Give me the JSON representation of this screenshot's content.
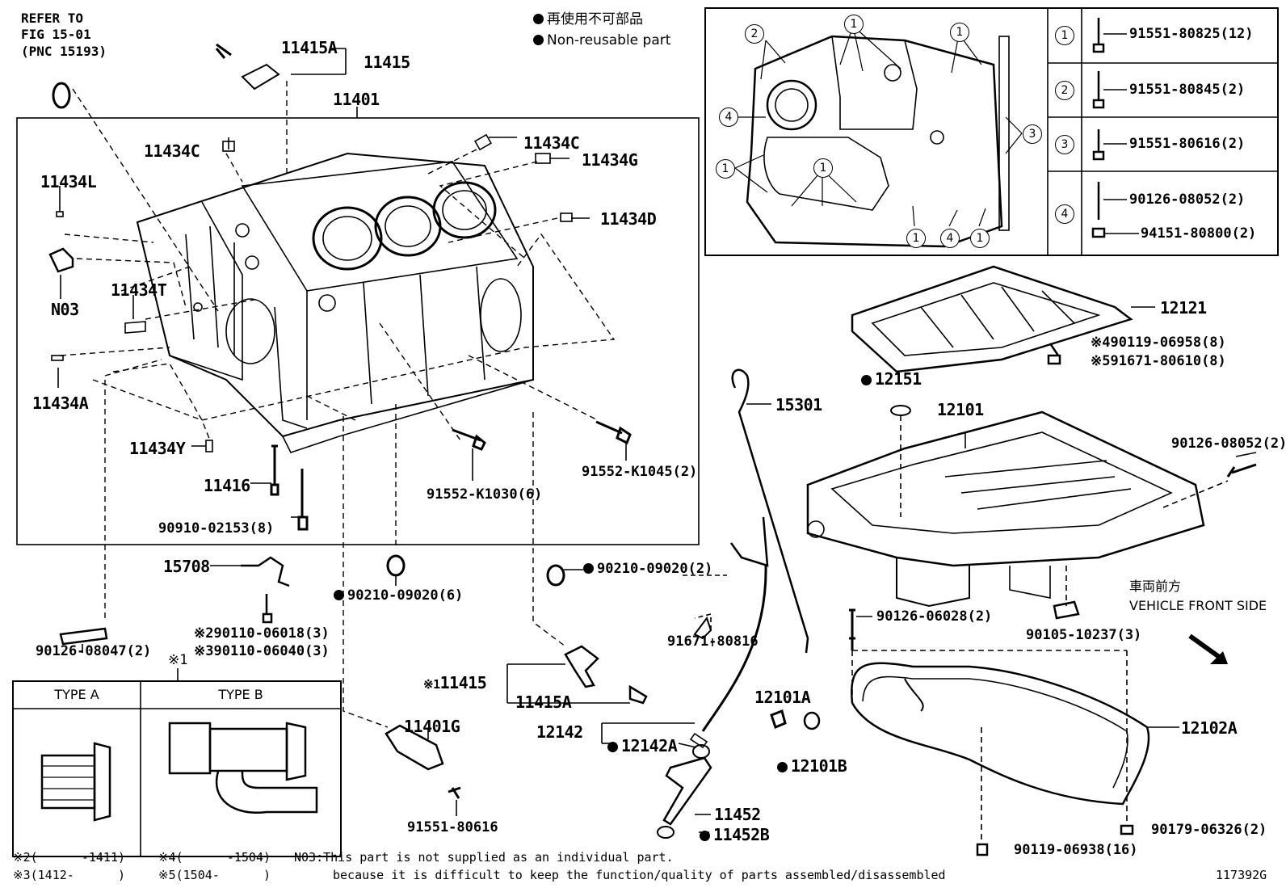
{
  "ref": {
    "line1": "REFER TO",
    "line2": "FIG 15-01",
    "line3": "(PNC 15193)"
  },
  "legend": {
    "ja": "再使用不可部品",
    "en": "Non-reusable part"
  },
  "parts": {
    "p11415A": "11415A",
    "p11415": "11415",
    "p11401": "11401",
    "p11434C_a": "11434C",
    "p11434C_b": "11434C",
    "p11434G": "11434G",
    "p11434L": "11434L",
    "p11434D": "11434D",
    "pN03": "N03",
    "p11434T": "11434T",
    "p11434A": "11434A",
    "p11434Y": "11434Y",
    "p11416": "11416",
    "p90910": "90910-02153(8)",
    "p91552K1030": "91552-K1030(6)",
    "p91552K1045": "91552-K1045(2)",
    "p15708": "15708",
    "p90110_06018": "90110-06018(3)",
    "p90110_06040": "90110-06040(3)",
    "p90210_6": "90210-09020(6)",
    "p90210_2": "90210-09020(2)",
    "p90126_08047": "90126-08047(2)",
    "p15301": "15301",
    "p91671_80816": "91671-80816",
    "p11415_b": "11415",
    "p11415A_b": "11415A",
    "p11401G": "11401G",
    "p91551_80616": "91551-80616",
    "p12142": "12142",
    "p12142A": "12142A",
    "p11452": "11452",
    "p11452B": "11452B",
    "p12101A": "12101A",
    "p12101B": "12101B",
    "p12121": "12121",
    "p90119_06958": "90119-06958(8)",
    "p91671_80610": "91671-80610(8)",
    "p12151": "12151",
    "p12101": "12101",
    "p90126_08052b": "90126-08052(2)",
    "p90126_06028": "90126-06028(2)",
    "p90105_10237": "90105-10237(3)",
    "p12102A": "12102A",
    "p90179_06326": "90179-06326(2)",
    "p90119_06938": "90119-06938(16)"
  },
  "marks": {
    "m1": "※1",
    "m1b": "※1",
    "m2": "※2",
    "m3": "※3",
    "m4": "※4",
    "m5": "※5"
  },
  "bolt_table": [
    {
      "num": "1",
      "part": "91551-80825(12)"
    },
    {
      "num": "2",
      "part": "91551-80845(2)"
    },
    {
      "num": "3",
      "part": "91551-80616(2)"
    },
    {
      "num": "4",
      "part": "90126-08052(2)",
      "part2": "94151-80800(2)"
    }
  ],
  "inset_circles": {
    "c1": "1",
    "c2": "2",
    "c4": "4",
    "c3": "3"
  },
  "type_table": {
    "a": "TYPE A",
    "b": "TYPE B"
  },
  "front": {
    "ja": "車両前方",
    "en": "VEHICLE FRONT SIDE"
  },
  "footnotes": {
    "f2": "※2(      -1411)",
    "f3": "※3(1412-      )",
    "f4": "※4(      -1504)",
    "f5": "※5(1504-      )",
    "n03a": "N03:This part is not supplied as an individual part.",
    "n03b": "because it is difficult to keep the function/quality of parts assembled/disassembled"
  },
  "figure_id": "117392G"
}
